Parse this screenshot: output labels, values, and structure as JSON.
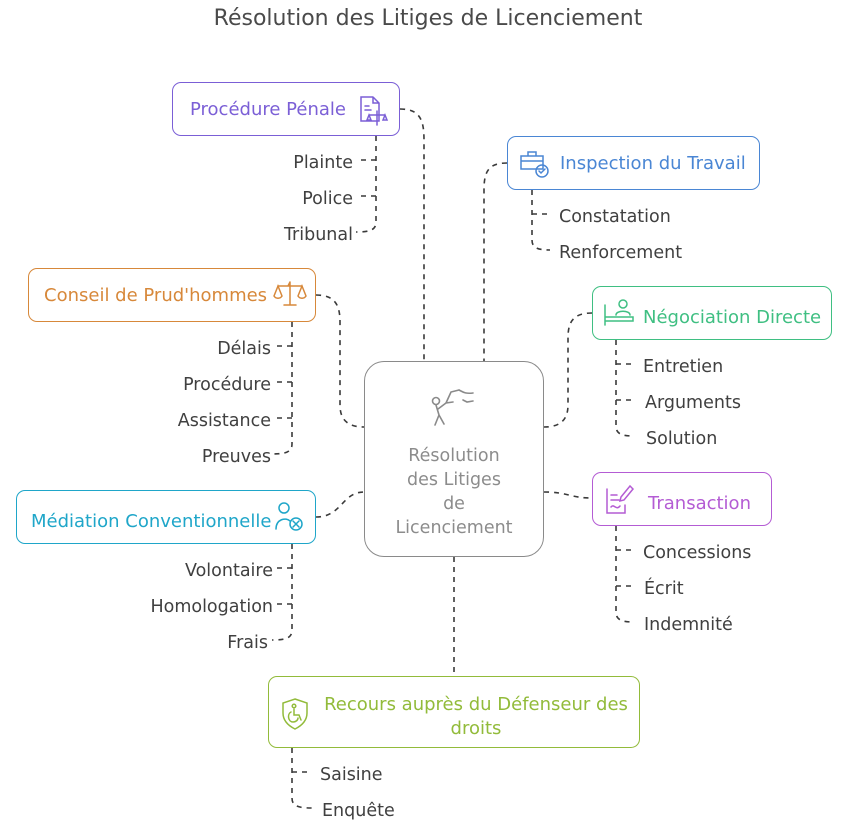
{
  "title": "Résolution des Litiges de Licenciement",
  "center": {
    "lines": [
      "Résolution",
      "des Litiges",
      "de",
      "Licenciement"
    ],
    "color": "#8a8a8a",
    "icon": "person-running-icon"
  },
  "branches": {
    "penale": {
      "label": "Procédure Pénale",
      "color": "#7b5fd6",
      "icon": "legal-document-scales-icon",
      "items": [
        "Plainte",
        "Police",
        "Tribunal"
      ]
    },
    "inspection": {
      "label": "Inspection du Travail",
      "color": "#4a86d4",
      "icon": "briefcase-check-icon",
      "items": [
        "Constatation",
        "Renforcement"
      ]
    },
    "prudhommes": {
      "label": "Conseil de Prud'hommes",
      "color": "#d7883a",
      "icon": "scales-icon",
      "items": [
        "Délais",
        "Procédure",
        "Assistance",
        "Preuves"
      ]
    },
    "negociation": {
      "label": "Négociation Directe",
      "color": "#3fbf82",
      "icon": "person-desk-icon",
      "items": [
        "Entretien",
        "Arguments",
        "Solution"
      ]
    },
    "mediation": {
      "label": "Médiation Conventionnelle",
      "color": "#1fa6c9",
      "icon": "person-network-icon",
      "items": [
        "Volontaire",
        "Homologation",
        "Frais"
      ]
    },
    "transaction": {
      "label": "Transaction",
      "color": "#b45cd4",
      "icon": "signed-document-icon",
      "items": [
        "Concessions",
        "Écrit",
        "Indemnité"
      ]
    },
    "defenseur": {
      "label_lines": [
        "Recours auprès du Défenseur des",
        "droits"
      ],
      "color": "#92bb3a",
      "icon": "shield-accessibility-icon",
      "items": [
        "Saisine",
        "Enquête"
      ]
    }
  }
}
